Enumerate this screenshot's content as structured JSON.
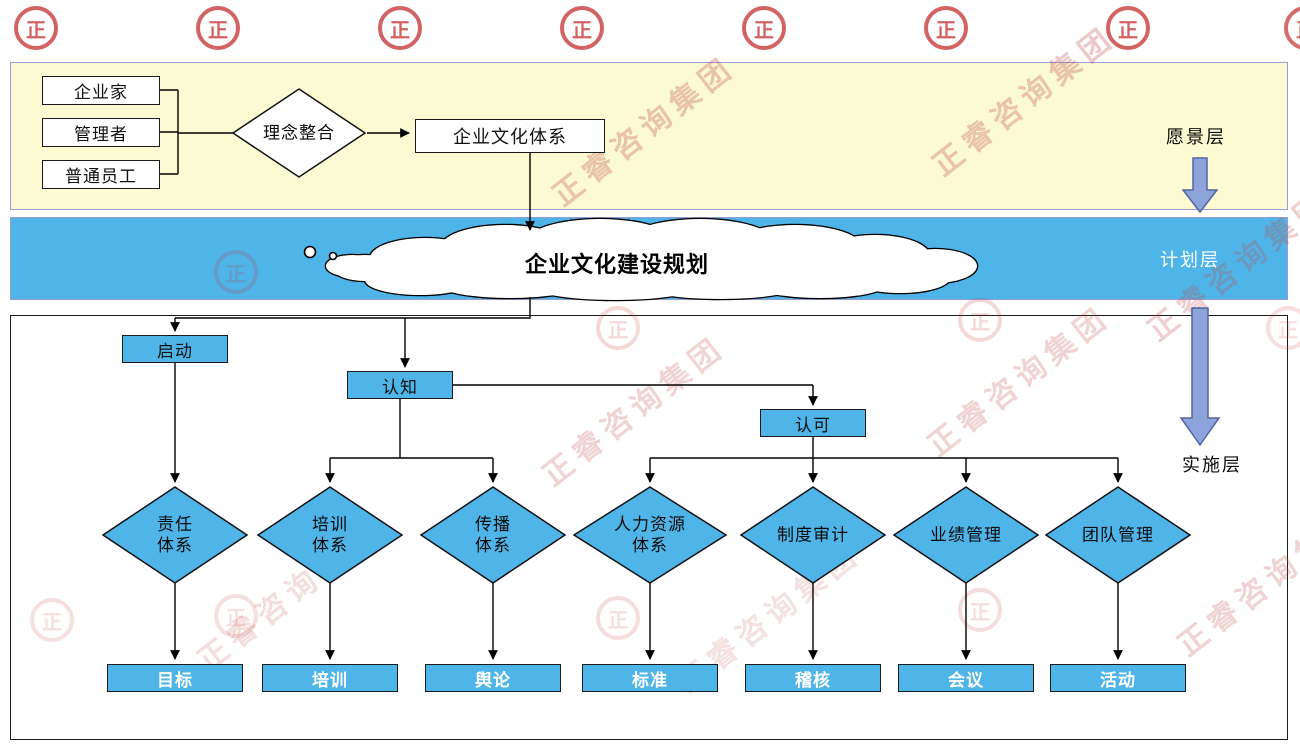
{
  "watermark": {
    "logo_char": "正",
    "brand_text": "正睿咨询集团"
  },
  "colors": {
    "band_yellow": "#FBFAD2",
    "band_blue": "#4FB4E8",
    "shape_blue": "#4FB4E8",
    "flow_arrow_fill": "#8CA3DB",
    "watermark_red": "#C53030"
  },
  "vision": {
    "layer_label": "愿景层",
    "sources": [
      {
        "label": "企业家"
      },
      {
        "label": "管理者"
      },
      {
        "label": "普通员工"
      }
    ],
    "integration_label": "理念整合",
    "system_label": "企业文化体系"
  },
  "plan": {
    "layer_label": "计划层",
    "cloud_text": "企业文化建设规划"
  },
  "implement": {
    "layer_label": "实施层",
    "stages": [
      {
        "label": "启动"
      },
      {
        "label": "认知"
      },
      {
        "label": "认可"
      }
    ],
    "systems": [
      {
        "label": "责任\n体系"
      },
      {
        "label": "培训\n体系"
      },
      {
        "label": "传播\n体系"
      },
      {
        "label": "人力资源\n体系"
      },
      {
        "label": "制度审计"
      },
      {
        "label": "业绩管理"
      },
      {
        "label": "团队管理"
      }
    ],
    "outputs": [
      {
        "label": "目标"
      },
      {
        "label": "培训"
      },
      {
        "label": "舆论"
      },
      {
        "label": "标准"
      },
      {
        "label": "稽核"
      },
      {
        "label": "会议"
      },
      {
        "label": "活动"
      }
    ]
  }
}
